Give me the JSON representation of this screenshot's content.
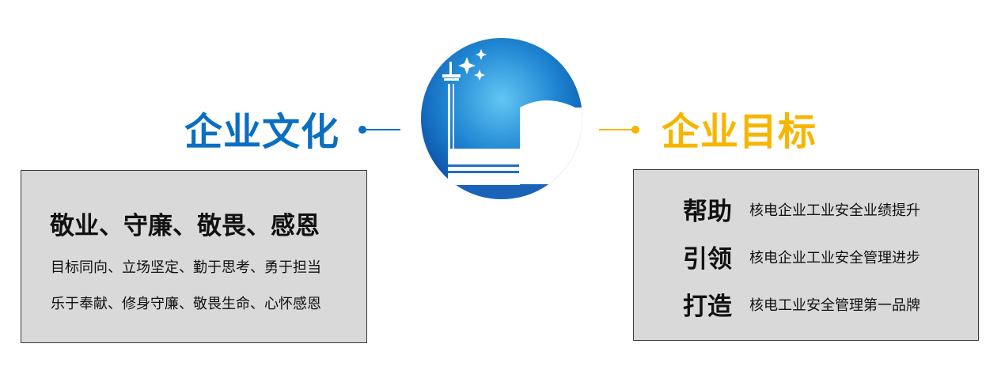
{
  "culture": {
    "heading": "企业文化",
    "values": "敬业、守廉、敬畏、感恩",
    "lines": [
      "目标同向、立场坚定、勤于思考、勇于担当",
      "乐于奉献、修身守廉、敬畏生命、心怀感恩"
    ]
  },
  "goal": {
    "heading": "企业目标",
    "rows": [
      {
        "verb": "帮助",
        "desc": "核电企业工业安全业绩提升"
      },
      {
        "verb": "引领",
        "desc": "核电企业工业安全管理进步"
      },
      {
        "verb": "打造",
        "desc": "核电工业安全管理第一品牌"
      }
    ]
  },
  "colors": {
    "culture_accent": "#0a6fc2",
    "goal_accent": "#f7b500",
    "panel_fill": "#d9d9d9"
  },
  "logo": {
    "icon": "nuclear-plant-emblem-icon"
  }
}
